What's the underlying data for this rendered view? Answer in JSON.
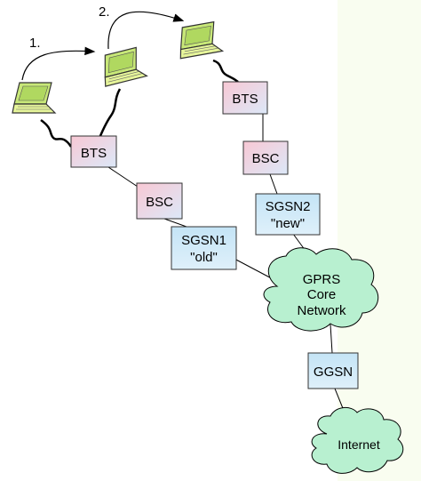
{
  "steps": {
    "step1": "1.",
    "step2": "2."
  },
  "nodes": {
    "bts_left": "BTS",
    "bsc_left": "BSC",
    "sgsn1_line1": "SGSN1",
    "sgsn1_line2": "\"old\"",
    "bts_right": "BTS",
    "bsc_right": "BSC",
    "sgsn2_line1": "SGSN2",
    "sgsn2_line2": "\"new\"",
    "ggsn": "GGSN"
  },
  "clouds": {
    "core_line1": "GPRS",
    "core_line2": "Core",
    "core_line3": "Network",
    "internet": "Internet"
  },
  "colors": {
    "bts_fill": "#f4d6e0",
    "bsc_fill": "#f4d6e0",
    "sgsn_fill": "#cfe8f6",
    "ggsn_fill": "#cfe8f6",
    "cloud_fill": "#b8f0d0",
    "laptop_screen": "#c8e878",
    "laptop_body": "#e6f59a",
    "line": "#000000"
  }
}
